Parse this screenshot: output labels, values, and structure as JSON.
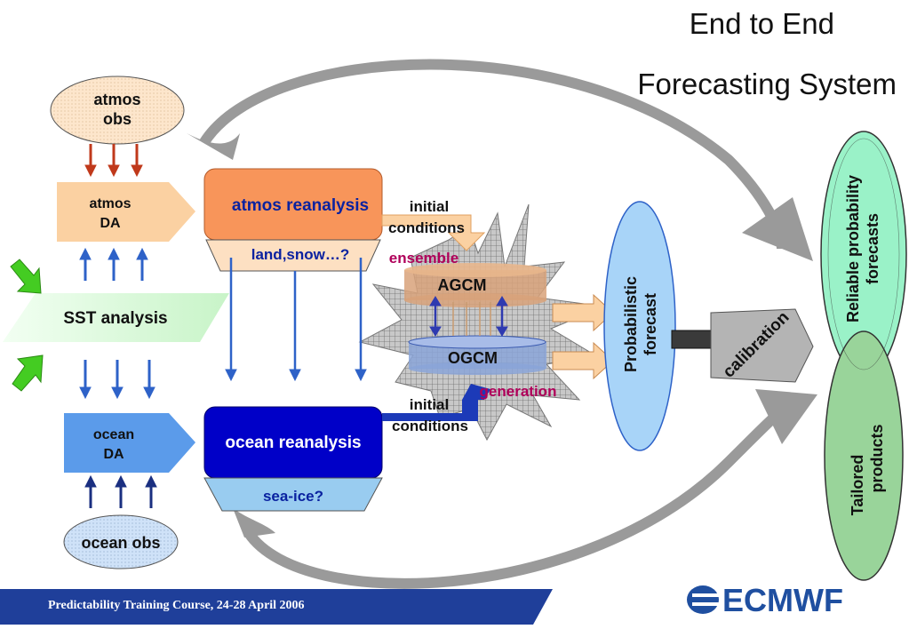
{
  "title": {
    "line1": "End to End",
    "line2": "Forecasting System"
  },
  "nodes": {
    "atmos_obs": "atmos\nobs",
    "atmos_da": "atmos\nDA",
    "atmos_reanalysis": "atmos reanalysis",
    "land_snow": "land,snow…?",
    "sst_analysis": "SST analysis",
    "ocean_da": "ocean\nDA",
    "ocean_reanalysis": "ocean reanalysis",
    "sea_ice": "sea-ice?",
    "ocean_obs": "ocean obs",
    "initial_conditions_top": "initial\nconditions",
    "initial_conditions_bottom": "initial\nconditions",
    "ensemble": "ensemble",
    "generation": "generation",
    "agcm": "AGCM",
    "ogcm": "OGCM",
    "probabilistic_forecast": "Probabilistic\nforecast",
    "calibration": "calibration",
    "reliable_probability_forecasts": "Reliable probability\nforecasts",
    "tailored_products": "Tailored\nproducts"
  },
  "footer": {
    "text": "Predictability Training Course, 24-28 April 2006"
  },
  "logo": {
    "text": "ECMWF"
  },
  "colors": {
    "atmos_obs_fill": "#fde6cc",
    "atmos_da_fill": "#fbd1a2",
    "atmos_reanalysis_fill": "#f8955a",
    "sst_fill": "#d8f8d8",
    "ocean_da_fill": "#5b9bea",
    "ocean_reanalysis_fill": "#0000c8",
    "sea_ice_fill": "#99ccf0",
    "ocean_obs_fill": "#cfe2f8",
    "forecast_fill": "#a8d4f8",
    "reliable_fill": "#9af2c8",
    "tailored_fill": "#99d49a",
    "calibration_fill": "#b4b4b4",
    "footer_fill": "#1f3f9a",
    "logo_color": "#1f4fa0",
    "magenta": "#b0005a"
  }
}
